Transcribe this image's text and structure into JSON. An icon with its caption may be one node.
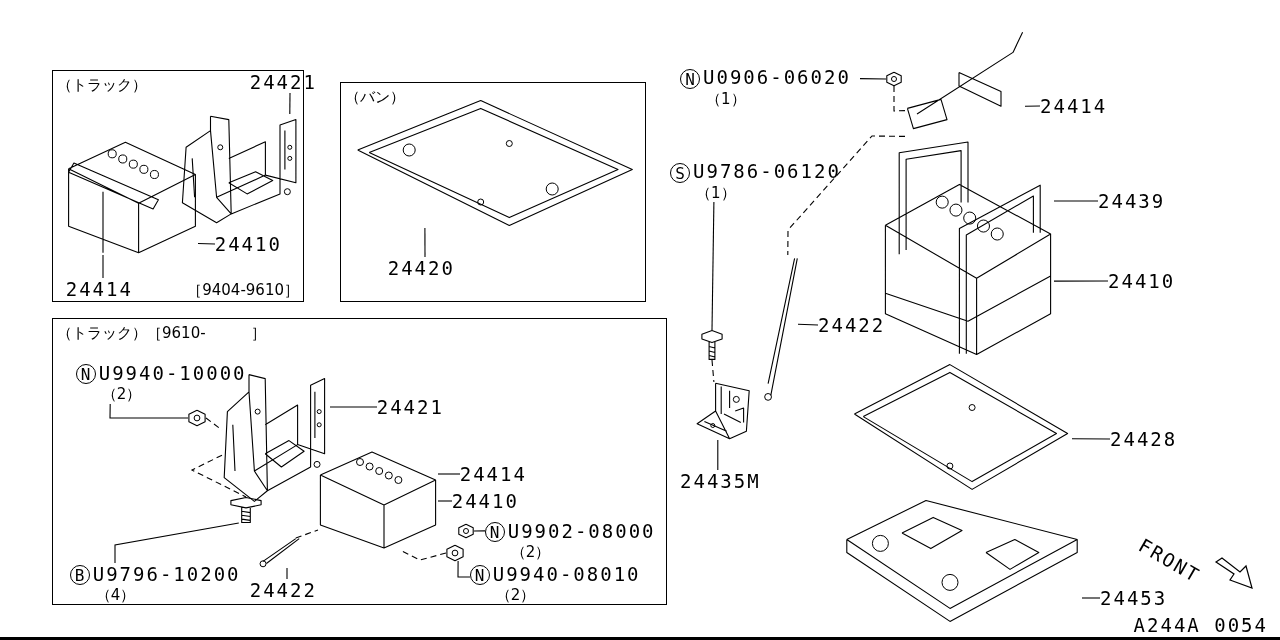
{
  "diagram": {
    "nodes": [
      {
        "text": [
          "（トラック）",
          "［9404-9610］"
        ]
      },
      {
        "text": [
          "（バン）"
        ]
      },
      {
        "text": [
          "（トラック）［9610-　　　］"
        ]
      },
      {
        "text": [
          "24421"
        ],
        "in": 0
      },
      {
        "text": [],
        "shape": "picture",
        "in": 0
      },
      {
        "text": [],
        "shape": "picture",
        "in": 0
      },
      {
        "text": [
          "24410"
        ],
        "in": 0
      },
      {
        "text": [
          "24414"
        ],
        "in": 0
      },
      {
        "text": [],
        "shape": "picture",
        "in": 1
      },
      {
        "text": [
          "24420"
        ],
        "in": 1
      },
      {
        "text": [
          "N",
          "U9940-10000",
          "（2）"
        ],
        "in": 2
      },
      {
        "text": [],
        "shape": "picture",
        "in": 2
      },
      {
        "text": [],
        "shape": "picture",
        "in": 2
      },
      {
        "text": [
          "24421"
        ],
        "in": 2
      },
      {
        "text": [],
        "shape": "picture",
        "in": 2
      },
      {
        "text": [
          "24414"
        ],
        "in": 2
      },
      {
        "text": [
          "24410"
        ],
        "in": 2
      },
      {
        "text": [],
        "shape": "picture",
        "in": 2
      },
      {
        "text": [
          "B",
          "U9796-10200",
          "（4）"
        ],
        "in": 2
      },
      {
        "text": [],
        "shape": "picture",
        "in": 2
      },
      {
        "text": [
          "24422"
        ],
        "in": 2
      },
      {
        "text": [],
        "shape": "picture",
        "in": 2
      },
      {
        "text": [
          "N",
          "U9902-08000",
          "（2）"
        ],
        "in": 2
      },
      {
        "text": [],
        "shape": "picture",
        "in": 2
      },
      {
        "text": [
          "N",
          "U9940-08010",
          "（2）"
        ],
        "in": 2
      },
      {
        "text": [
          "N",
          "U0906-06020",
          "（1）"
        ]
      },
      {
        "text": [],
        "shape": "picture"
      },
      {
        "text": [],
        "shape": "picture"
      },
      {
        "text": [
          "24414"
        ]
      },
      {
        "text": [
          "S",
          "U9786-06120",
          "（1）"
        ]
      },
      {
        "text": [],
        "shape": "picture"
      },
      {
        "text": [],
        "shape": "picture"
      },
      {
        "text": [
          "24422"
        ]
      },
      {
        "text": [],
        "shape": "picture"
      },
      {
        "text": [
          "24435M"
        ]
      },
      {
        "text": [],
        "shape": "picture"
      },
      {
        "text": [
          "24439"
        ]
      },
      {
        "text": [
          "24410"
        ]
      },
      {
        "text": [],
        "shape": "picture"
      },
      {
        "text": [
          "24428"
        ]
      },
      {
        "text": [],
        "shape": "picture"
      },
      {
        "text": [
          "24453"
        ]
      }
    ],
    "edges": [
      {
        "from": 3,
        "to": 4,
        "arrow": "none"
      },
      {
        "from": 6,
        "to": 5,
        "arrow": "none"
      },
      {
        "from": 7,
        "to": 5,
        "arrow": "none"
      },
      {
        "from": 9,
        "to": 8,
        "arrow": "none"
      },
      {
        "from": 10,
        "to": 11,
        "arrow": "none"
      },
      {
        "from": 13,
        "to": 12,
        "arrow": "none"
      },
      {
        "from": 15,
        "to": 14,
        "arrow": "none"
      },
      {
        "from": 16,
        "to": 14,
        "arrow": "none"
      },
      {
        "from": 18,
        "to": 17,
        "arrow": "none"
      },
      {
        "from": 20,
        "to": 19,
        "arrow": "none"
      },
      {
        "from": 22,
        "to": 21,
        "arrow": "none"
      },
      {
        "from": 24,
        "to": 23,
        "arrow": "none"
      },
      {
        "from": 25,
        "to": 26,
        "arrow": "none"
      },
      {
        "from": 28,
        "to": 27,
        "arrow": "none"
      },
      {
        "from": 29,
        "to": 30,
        "arrow": "none"
      },
      {
        "from": 32,
        "to": 31,
        "arrow": "none"
      },
      {
        "from": 34,
        "to": 33,
        "arrow": "none"
      },
      {
        "from": 36,
        "to": 35,
        "arrow": "none"
      },
      {
        "from": 37,
        "to": 35,
        "arrow": "none"
      },
      {
        "from": 39,
        "to": 38,
        "arrow": "none"
      },
      {
        "from": 41,
        "to": 40,
        "arrow": "none"
      },
      {
        "from": 11,
        "to": 12,
        "arrow": "none",
        "style": "dashed"
      },
      {
        "from": 12,
        "to": 17,
        "arrow": "none",
        "style": "dashed"
      },
      {
        "from": 19,
        "to": 14,
        "arrow": "none",
        "style": "dashed"
      },
      {
        "from": 23,
        "to": 14,
        "arrow": "none",
        "style": "dashed"
      },
      {
        "from": 26,
        "to": 27,
        "arrow": "none",
        "style": "dashed"
      },
      {
        "from": 27,
        "to": 31,
        "arrow": "none",
        "style": "dashed"
      },
      {
        "from": 30,
        "to": 33,
        "arrow": "none",
        "style": "dashed"
      }
    ],
    "labels": [
      "FRONT",
      "A244A 0054"
    ]
  }
}
